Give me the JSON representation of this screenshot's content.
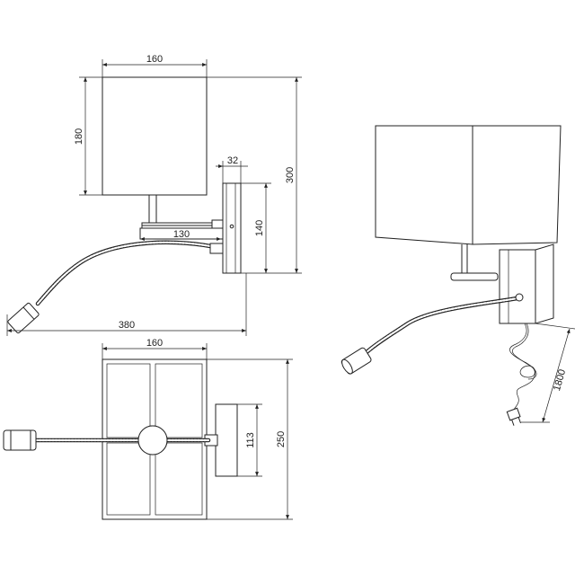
{
  "side_view": {
    "shade_width": "160",
    "shade_height": "180",
    "plate_depth": "32",
    "plate_height": "140",
    "total_height": "300",
    "arm_length": "130",
    "total_length": "380"
  },
  "top_view": {
    "shade_width": "160",
    "mount_height": "113",
    "total_depth": "250"
  },
  "perspective_view": {
    "cable_length": "1800"
  }
}
